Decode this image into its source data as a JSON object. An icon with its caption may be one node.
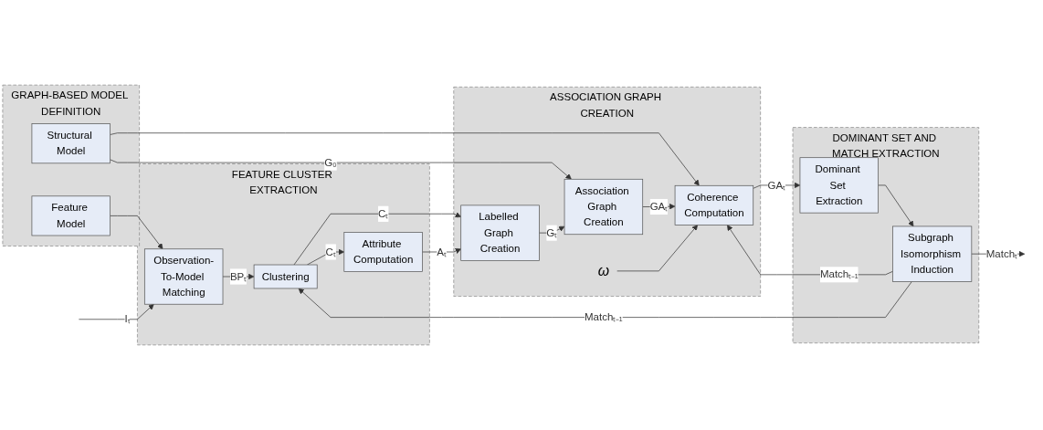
{
  "diagram": {
    "nodes": [
      {
        "text": [
          "GRAPH-BASED MODEL DEFINITION"
        ]
      },
      {
        "text": [
          "Feature Model"
        ],
        "in": 0
      },
      {
        "text": [
          "Structural Model"
        ],
        "in": 0
      },
      {
        "text": [
          "ASSOCIATION GRAPH CREATION"
        ]
      },
      {
        "text": [
          "Association Graph Creation"
        ],
        "in": 3
      },
      {
        "text": [
          "Coherence Computation"
        ],
        "in": 3
      },
      {
        "text": [
          "Labelled Graph Creation"
        ],
        "in": 3
      },
      {
        "text": [
          "ω"
        ],
        "in": 3
      },
      {
        "text": [
          "DOMINANT SET AND MATCH EXTRACTION"
        ]
      },
      {
        "text": [
          "Dominant Set Extraction"
        ],
        "in": 8
      },
      {
        "text": [
          "Subgraph Isomorphism Induction"
        ],
        "in": 8
      },
      {
        "text": [
          "FEATURE CLUSTER EXTRACTION"
        ]
      },
      {
        "text": [
          "Observation-To-Model Matching"
        ],
        "in": 11
      },
      {
        "text": [
          "Clustering"
        ],
        "in": 11
      },
      {
        "text": [
          "Attribute Computation"
        ],
        "in": 11
      }
    ],
    "edges": [
      {
        "from": 2,
        "to": 4,
        "arrow": "to",
        "label": "G₀"
      },
      {
        "from": 2,
        "to": 5,
        "arrow": "to"
      },
      {
        "from": 4,
        "to": 5,
        "arrow": "to",
        "label": "GAₜ"
      },
      {
        "from": 5,
        "to": 9,
        "arrow": "to",
        "label": "GAₜ"
      },
      {
        "from": 9,
        "to": 10,
        "arrow": "to"
      },
      {
        "from": 10,
        "to": null,
        "arrow": "to",
        "label": "Matchₜ"
      },
      {
        "from": 10,
        "to": 5,
        "arrow": "to",
        "label": "Matchₜ₋₁"
      },
      {
        "from": 10,
        "to": 13,
        "arrow": "to",
        "label": "Matchₜ₋₁"
      },
      {
        "from": 1,
        "to": 12,
        "arrow": "to"
      },
      {
        "from": null,
        "to": 12,
        "arrow": "to",
        "label": "Iₜ"
      },
      {
        "from": 12,
        "to": 13,
        "arrow": "to",
        "label": "BPₜ"
      },
      {
        "from": 13,
        "to": 14,
        "arrow": "to",
        "label": "Cₜ"
      },
      {
        "from": 13,
        "to": 6,
        "arrow": "to",
        "label": "Cₜ"
      },
      {
        "from": 14,
        "to": 6,
        "arrow": "to",
        "label": "Aₜ"
      },
      {
        "from": 6,
        "to": 4,
        "arrow": "to",
        "label": "Gₜ"
      },
      {
        "from": 7,
        "to": 5,
        "arrow": "to"
      }
    ]
  }
}
